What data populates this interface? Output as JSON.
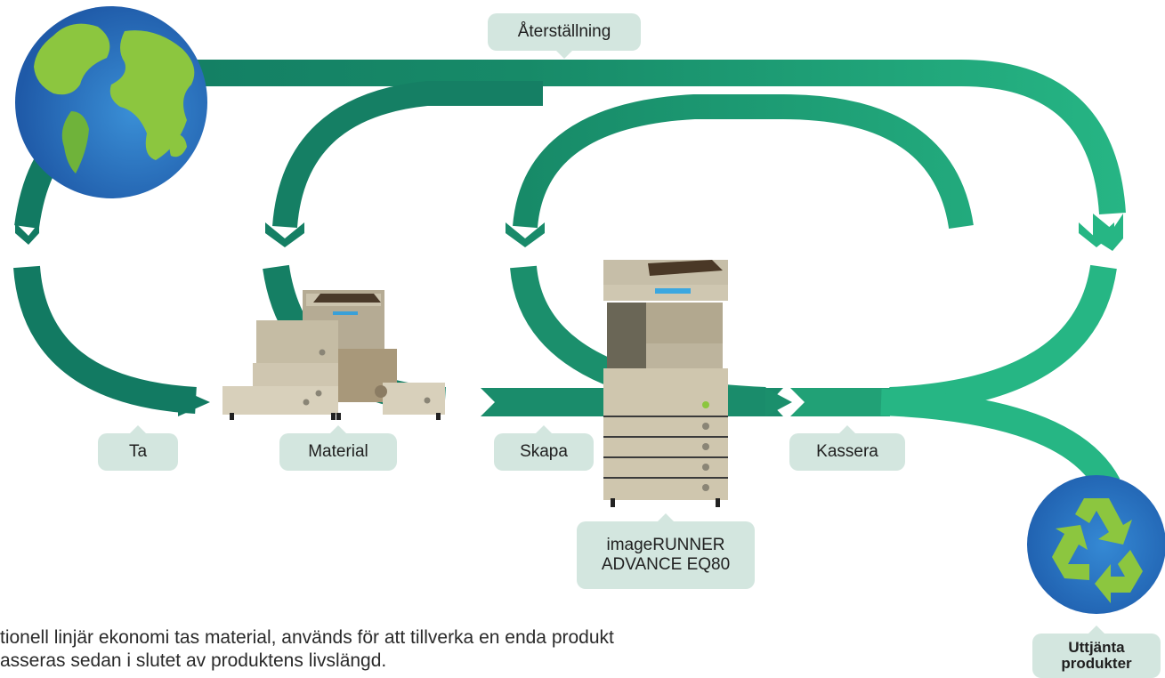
{
  "labels": {
    "restoration": "Återställning",
    "take": "Ta",
    "material": "Material",
    "create": "Skapa",
    "dispose": "Kassera",
    "product_line1": "imageRUNNER",
    "product_line2": "ADVANCE EQ80",
    "worn_out_line1": "Uttjänta",
    "worn_out_line2": "produkter"
  },
  "caption": {
    "line1": "tionell linjär ekonomi tas material, används för att tillverka en enda produkt",
    "line2": "asseras sedan i slutet av produktens livslängd."
  },
  "colors": {
    "dark_green": "#127a62",
    "light_green": "#26b684",
    "label_bg": "#d3e6df",
    "globe_blue": "#2b6cb3",
    "land_green": "#8cc63f",
    "recycle_blue": "#2a78c2"
  },
  "icons": [
    "globe-icon",
    "recycle-icon",
    "printer-icon"
  ]
}
